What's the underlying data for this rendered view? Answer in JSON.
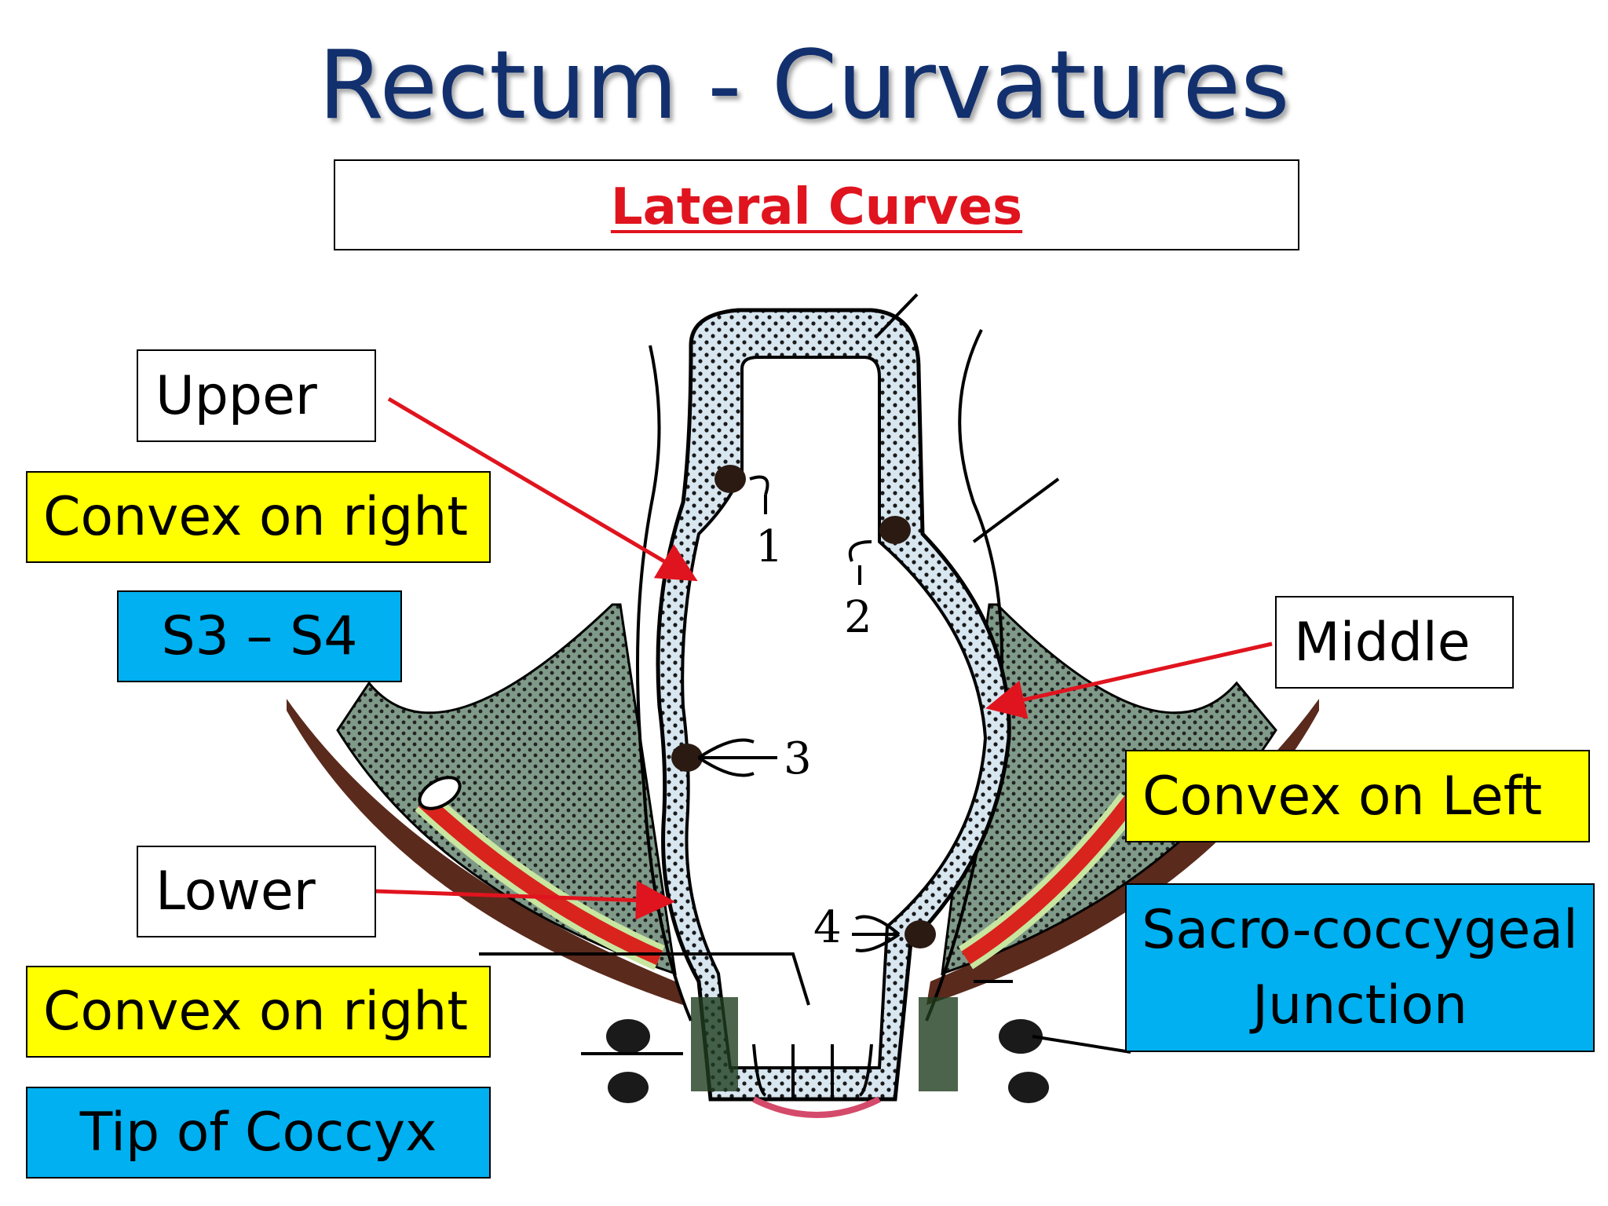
{
  "title": "Rectum - Curvatures",
  "subtitle": "Lateral Curves",
  "labels": {
    "upper": "Upper",
    "upper_convex": "Convex on right",
    "upper_level": "S3 – S4",
    "middle": "Middle",
    "middle_convex": "Convex on Left",
    "middle_level_1": "Sacro-coccygeal",
    "middle_level_2": "Junction",
    "lower": "Lower",
    "lower_convex": "Convex on right",
    "lower_level": "Tip of Coccyx"
  },
  "fold_numbers": [
    "1",
    "2",
    "3",
    "4"
  ],
  "colors": {
    "title": "#12306e",
    "subtitle": "#e0141e",
    "yellow_box": "#ffff00",
    "blue_box": "#00b0f0",
    "arrow": "#e0141e"
  }
}
